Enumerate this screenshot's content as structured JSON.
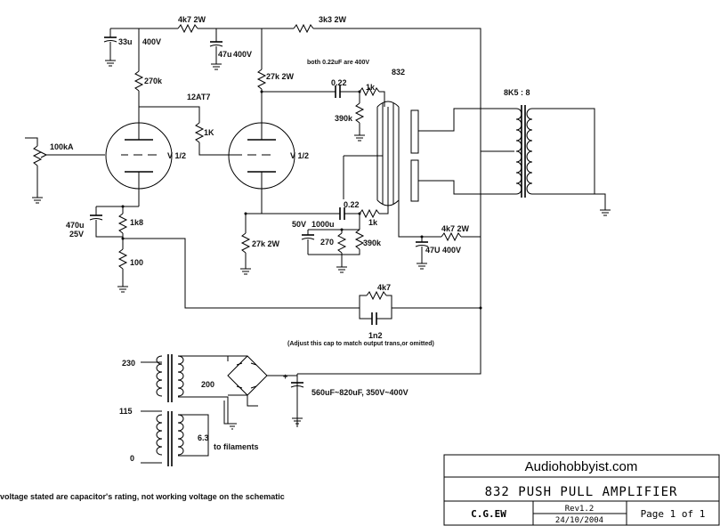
{
  "labels": {
    "c_33u": "33u",
    "v400_a": "400V",
    "r_4k7_top": "4k7 2W",
    "c_47u": "47u",
    "v400_b": "400V",
    "r_3k3": "3k3 2W",
    "note_022": "both 0.22uF are 400V",
    "tube_832": "832",
    "r_270k": "270k",
    "tube_12at7": "12AT7",
    "r_27k_top": "27k 2W",
    "c_022_top": "0.22",
    "r_1k_top": "1k",
    "r_390k_top": "390k",
    "xfmr_ratio": "8K5 : 8",
    "pot_100k": "100kA",
    "v1_left": "V 1/2",
    "r_1k_mid": "1K",
    "v1_right": "V 1/2",
    "c_470u": "470u",
    "v25": "25V",
    "r_1k8": "1k8",
    "r_100": "100",
    "c_022_bot": "0.22",
    "v50": "50V",
    "c_1000u": "1000u",
    "r_270": "270",
    "r_1k_bot": "1k",
    "r_390k_bot": "390k",
    "r_27k_bot": "27k 2W",
    "r_4k7_right": "4k7 2W",
    "c_47u_right": "47U 400V",
    "r_4k7_fb": "4k7",
    "c_1n2": "1n2",
    "fb_note": "(Adjust this cap to match output trans,or omitted)",
    "pt_230": "230",
    "pt_200": "200",
    "pt_115": "115",
    "pt_0": "0",
    "pt_63": "6.3",
    "to_filaments": "to filaments",
    "psu_cap": "560uF~820uF, 350V~400V",
    "plus_sign": "+",
    "footnote": "voltage stated are capacitor's rating, not working voltage on the schematic"
  },
  "title_block": {
    "site": "Audiohobbyist.com",
    "title": "832 PUSH PULL AMPLIFIER",
    "author": "C.G.EW",
    "rev": "Rev1.2",
    "date": "24/10/2004",
    "page": "Page 1 of 1"
  }
}
